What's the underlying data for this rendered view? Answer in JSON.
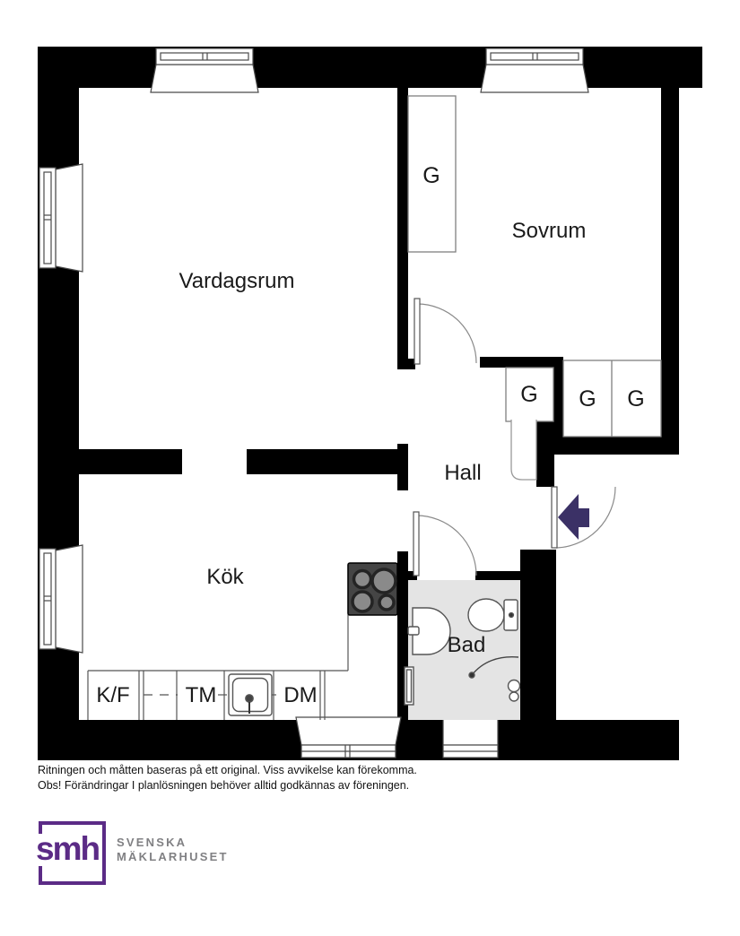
{
  "plan": {
    "rooms": {
      "vardagsrum": "Vardagsrum",
      "sovrum": "Sovrum",
      "hall": "Hall",
      "kok": "Kök",
      "bad": "Bad"
    },
    "closets": {
      "sovrum_g": "G",
      "hall_g1": "G",
      "hall_g2": "G",
      "hall_g3": "G"
    },
    "appliances": {
      "fridge_freezer": "K/F",
      "washing_machine": "TM",
      "dishwasher": "DM"
    },
    "colors": {
      "wall": "#000000",
      "bathroom_floor": "#e4e4e4",
      "entry_arrow": "#3b3166",
      "logo_purple": "#5b2b86",
      "logo_gray": "#808083"
    }
  },
  "disclaimer": {
    "line1": "Ritningen och måtten baseras på ett original. Viss avvikelse kan förekomma.",
    "line2": "Obs! Förändringar I planlösningen behöver alltid godkännas av föreningen."
  },
  "logo": {
    "mark": "smh",
    "company_line1": "SVENSKA",
    "company_line2": "MÄKLARHUSET"
  }
}
